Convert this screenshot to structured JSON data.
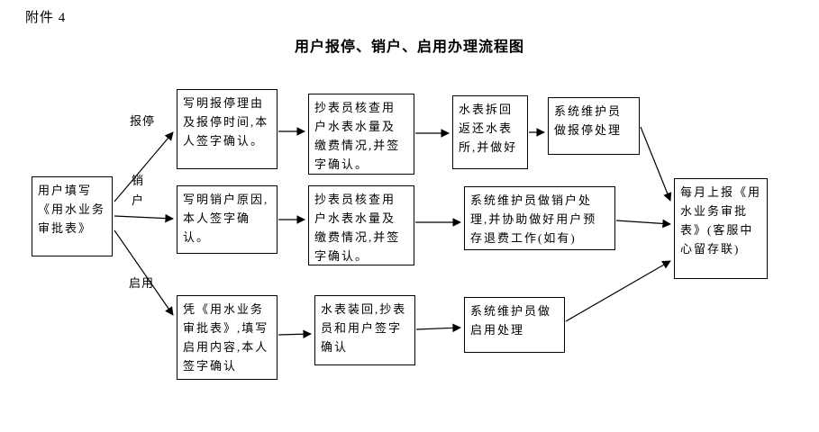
{
  "page": {
    "attachment_label": "附件 4",
    "title": "用户报停、销户、启用办理流程图"
  },
  "flowchart": {
    "start": "用户填写《用水业务审批表》",
    "branches": [
      {
        "label": "报停",
        "steps": [
          "写明报停理由及报停时间,本人签字确认。",
          "抄表员核查用户水表水量及缴费情况,并签字确认。",
          "水表拆回返还水表所,并做好",
          "系统维护员做报停处理"
        ]
      },
      {
        "label": "销户",
        "steps": [
          "写明销户原因,本人签字确认。",
          "抄表员核查用户水表水量及缴费情况,并签字确认。",
          "系统维护员做销户处理,并协助做好用户预存退费工作(如有)"
        ]
      },
      {
        "label": "启用",
        "steps": [
          "凭《用水业务审批表》,填写启用内容,本人签字确认",
          "水表装回,抄表员和用户签字确认",
          "系统维护员做启用处理"
        ]
      }
    ],
    "end": "每月上报《用水业务审批表》(客服中心留存联)"
  }
}
